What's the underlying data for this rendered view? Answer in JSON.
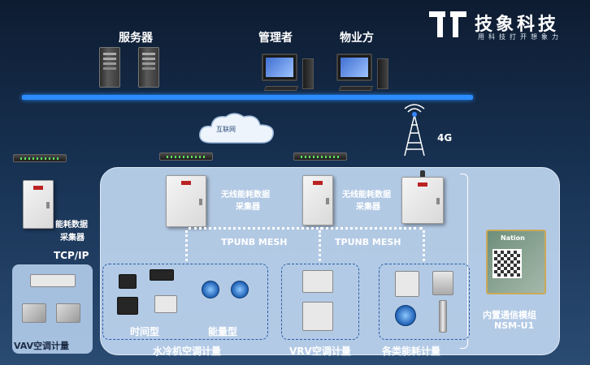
{
  "brand": {
    "name": "技象科技",
    "slogan": "用科技打开想象力",
    "logo_color": "#ffffff"
  },
  "top": {
    "servers_label": "服务器",
    "managers_label": "管理者",
    "property_label": "物业方"
  },
  "network": {
    "internet_label": "互联网",
    "cellular_label": "4G",
    "tcpip_label": "TCP/IP",
    "mesh_label": "TPUNB MESH"
  },
  "collectors": {
    "left_label_line1": "能耗数据",
    "left_label_line2": "采集器",
    "wireless_label_line1": "无线能耗数据",
    "wireless_label_line2": "采集器"
  },
  "groups": {
    "vav_label": "VAV空调计量",
    "water_chiller_label": "水冷机空调计量",
    "time_type_label": "时间型",
    "energy_type_label": "能量型",
    "vrv_label": "VRV空调计量",
    "various_label": "各类能耗计量"
  },
  "module": {
    "label": "内置通信模组",
    "model": "NSM-U1",
    "chip_brand": "Nation"
  },
  "colors": {
    "bus": "#2b8cff",
    "panel": "#bfd6f0",
    "accent_red": "#b22222"
  }
}
